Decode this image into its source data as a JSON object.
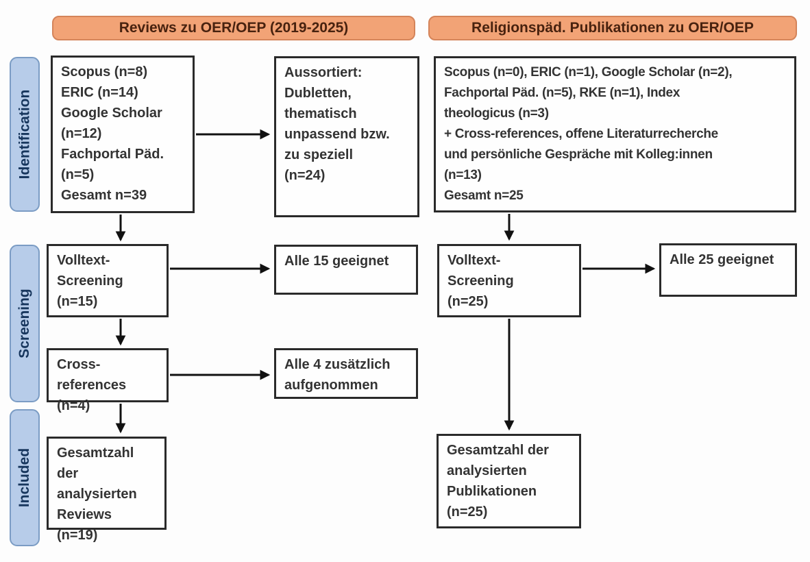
{
  "colors": {
    "banner-fill": "#f2a376",
    "banner-border": "#d4845a",
    "banner-text": "#48220f",
    "stage-fill": "#b7cce9",
    "stage-border": "#7b9cc4",
    "stage-text": "#17365d",
    "box-border": "#2a2a2a",
    "box-text": "#333333",
    "arrow": "#111111",
    "background": "#fdfdfd"
  },
  "headers": {
    "left": "Reviews zu OER/OEP (2019-2025)",
    "right": "Religionspäd. Publikationen zu OER/OEP"
  },
  "stages": {
    "identification": "Identification",
    "screening": "Screening",
    "included": "Included"
  },
  "boxes": {
    "reviews_sources": [
      "Scopus (n=8)",
      "ERIC (n=14)",
      "Google Scholar",
      "(n=12)",
      "Fachportal Päd.",
      "(n=5)",
      "Gesamt n=39"
    ],
    "excluded": [
      "Aussortiert:",
      "Dubletten,",
      "thematisch",
      "unpassend bzw.",
      "zu speziell",
      "(n=24)"
    ],
    "religionspaed_sources": [
      "Scopus (n=0), ERIC (n=1), Google Scholar (n=2),",
      "Fachportal Päd. (n=5), RKE (n=1), Index",
      "theologicus (n=3)",
      "+ Cross-references, offene Literaturrecherche",
      "und persönliche Gespräche mit Kolleg:innen",
      "(n=13)",
      "Gesamt n=25"
    ],
    "fulltext_reviews": [
      "Volltext-",
      "Screening",
      "(n=15)"
    ],
    "all15": [
      "Alle 15 geeignet"
    ],
    "fulltext_religionspaed": [
      "Volltext-",
      "Screening",
      "(n=25)"
    ],
    "all25": [
      "Alle 25 geeignet"
    ],
    "crossrefs": [
      "Cross-references",
      "(n=4)"
    ],
    "all4": [
      "Alle 4 zusätzlich",
      "aufgenommen"
    ],
    "total_reviews": [
      "Gesamtzahl der",
      "analysierten",
      "Reviews",
      "(n=19)"
    ],
    "total_publications": [
      "Gesamtzahl der",
      "analysierten",
      "Publikationen",
      "(n=25)"
    ]
  }
}
